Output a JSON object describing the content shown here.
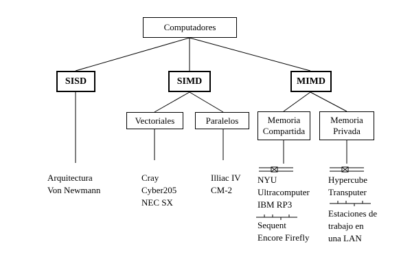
{
  "root": {
    "label": "Computadores"
  },
  "level1": {
    "sisd": {
      "label": "SISD"
    },
    "simd": {
      "label": "SIMD"
    },
    "mimd": {
      "label": "MIMD"
    }
  },
  "level2": {
    "vectoriales": {
      "label": "Vectoriales"
    },
    "paralelos": {
      "label": "Paralelos"
    },
    "memoria_compartida": {
      "lines": [
        "Memoria",
        "Compartida"
      ]
    },
    "memoria_privada": {
      "lines": [
        "Memoria",
        "Privada"
      ]
    }
  },
  "leaves": {
    "sisd": [
      "Arquitectura",
      "Von Newmann"
    ],
    "vectoriales": [
      "Cray",
      "Cyber205",
      "NEC SX"
    ],
    "paralelos": [
      "Illiac IV",
      "CM-2"
    ],
    "memoria_compartida_switch": [
      "NYU",
      "Ultracomputer",
      "IBM RP3"
    ],
    "memoria_compartida_bus": [
      "Sequent",
      "Encore Firefly"
    ],
    "memoria_privada_switch": [
      "Hypercube",
      "Transputer"
    ],
    "memoria_privada_bus": [
      "Estaciones de",
      "trabajo en",
      "una LAN"
    ]
  }
}
